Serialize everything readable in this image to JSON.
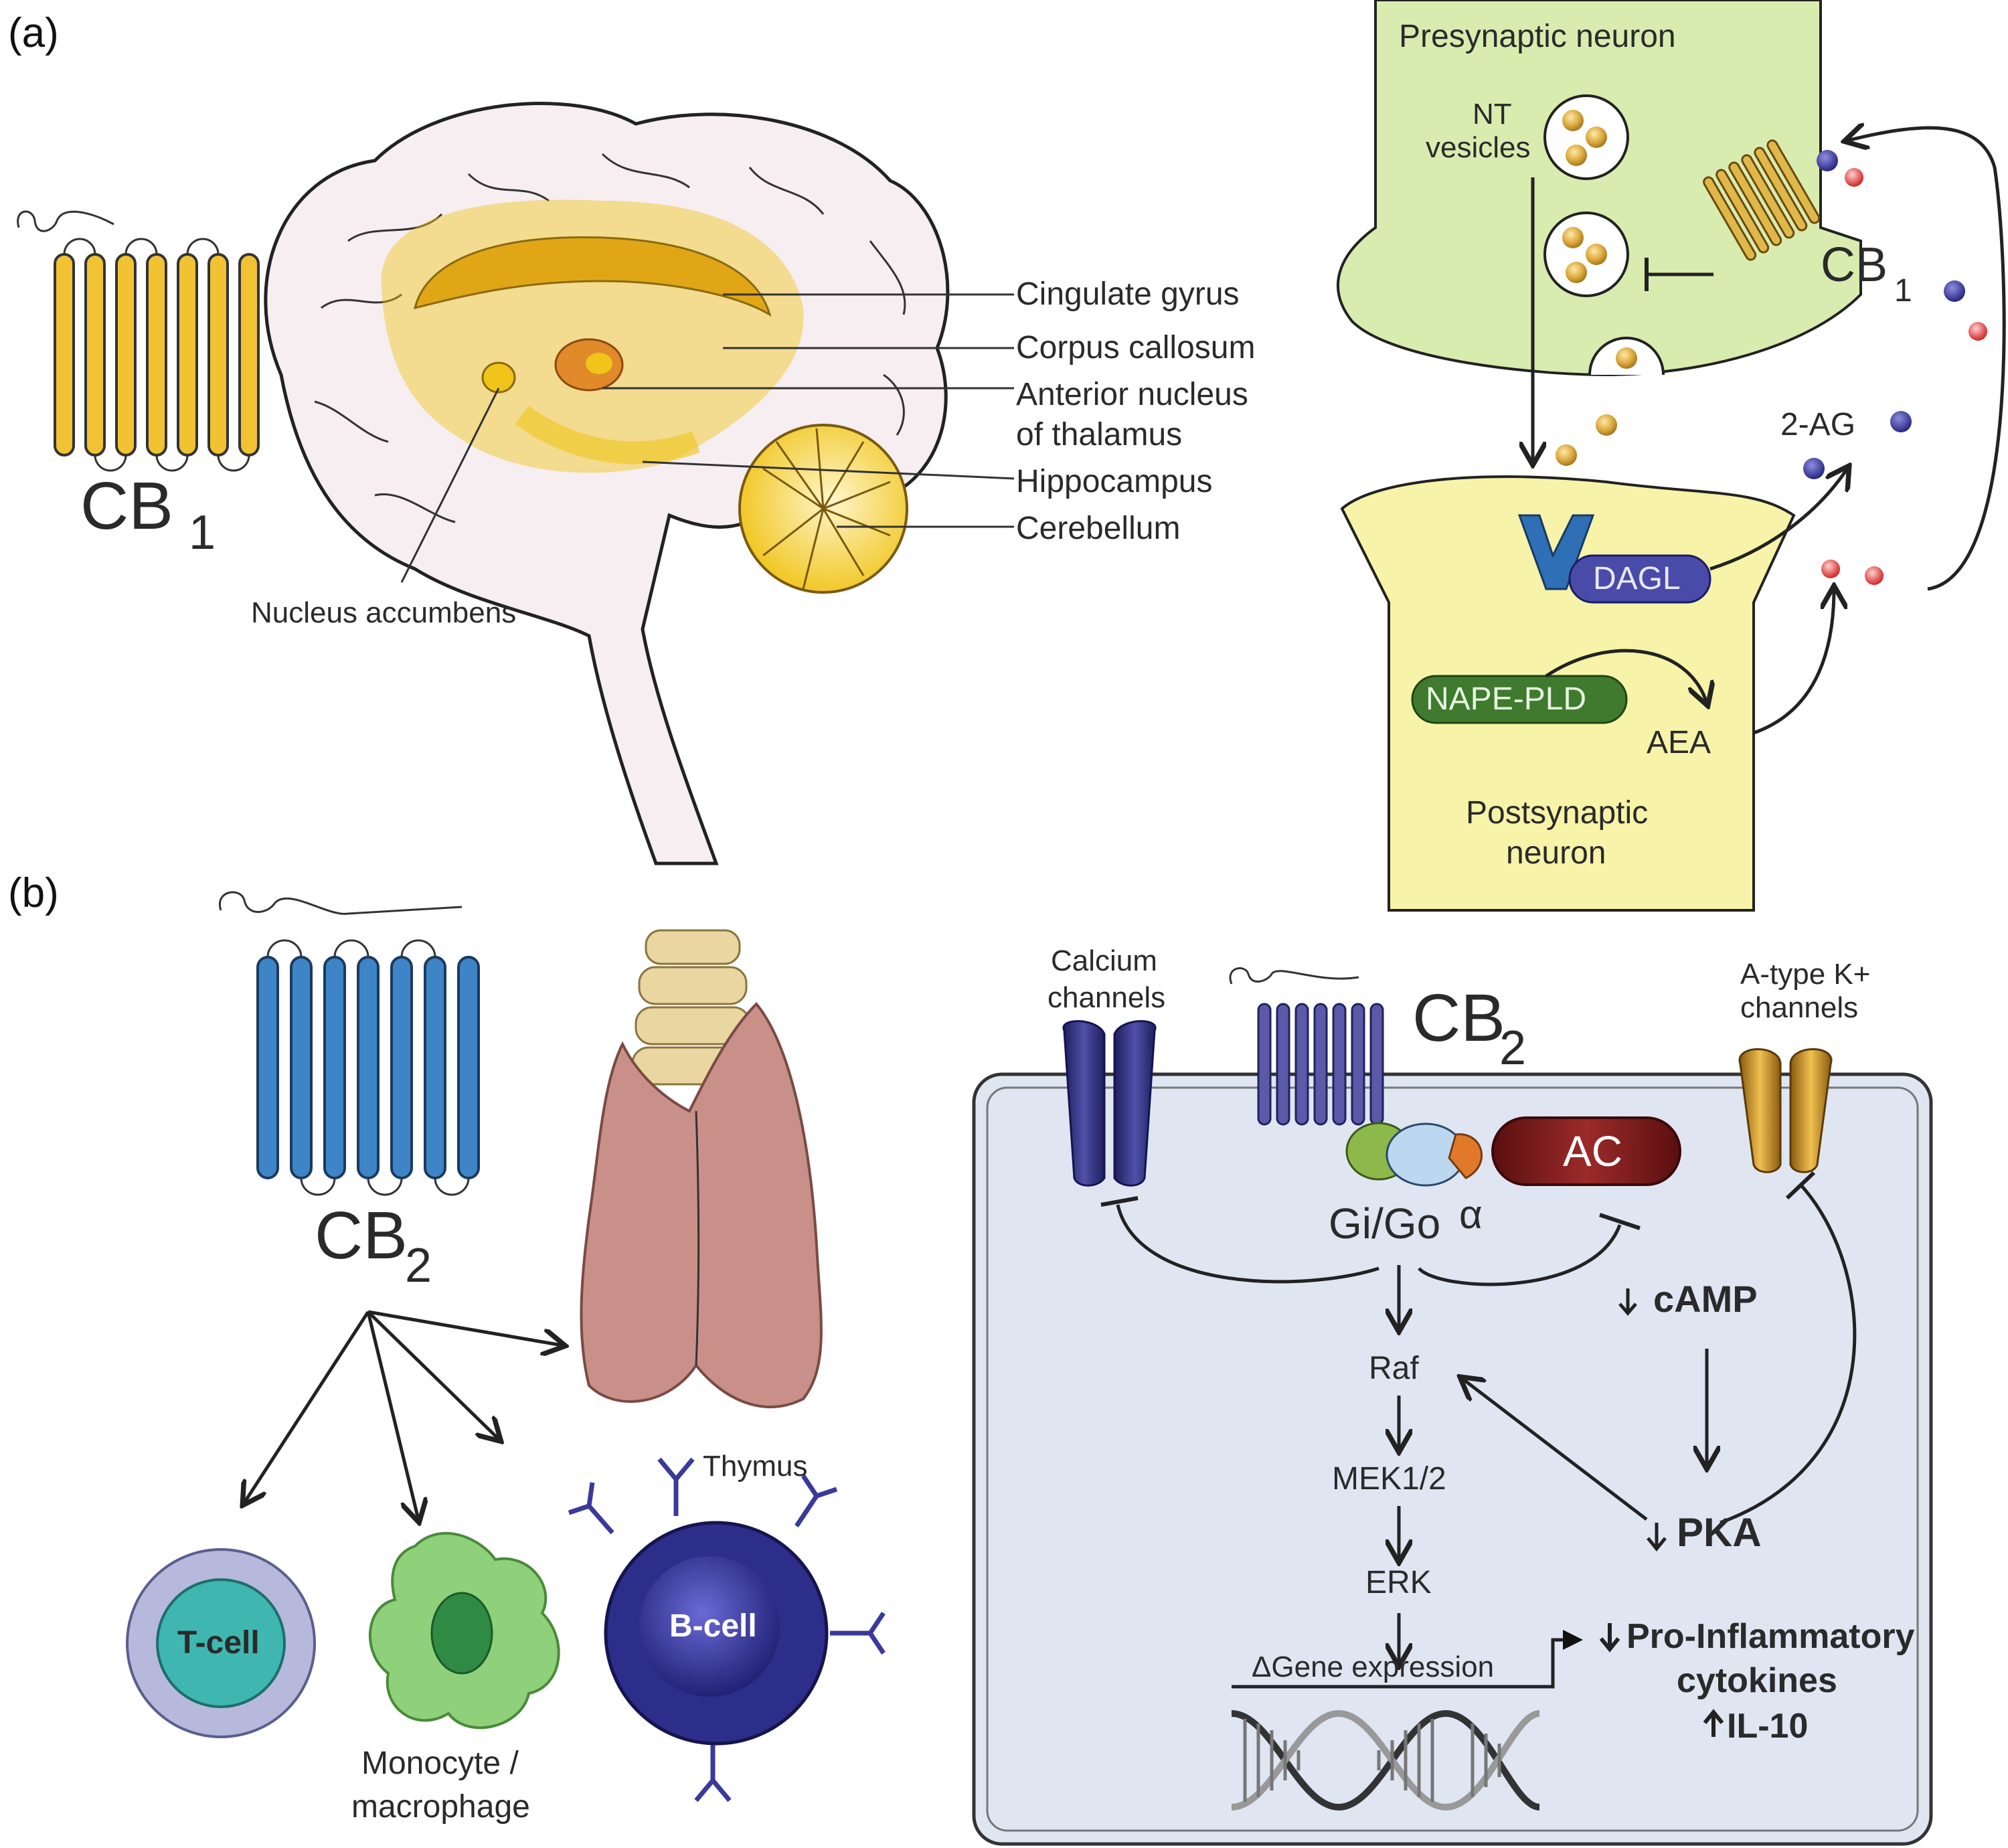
{
  "panel_a": {
    "letter": "(a)",
    "receptor_label": "CB",
    "receptor_sub": "1",
    "brain_labels": [
      "Cingulate gyrus",
      "Corpus callosum",
      "Anterior nucleus",
      "of thalamus",
      "Hippocampus",
      "Cerebellum"
    ],
    "nucleus_label": "Nucleus accumbens",
    "synapse": {
      "presynaptic": "Presynaptic neuron",
      "nt_line1": "NT",
      "nt_line2": "vesicles",
      "cb1": "CB",
      "cb1_sub": "1",
      "two_ag": "2-AG",
      "dagl": "DAGL",
      "nape": "NAPE-PLD",
      "aea": "AEA",
      "post_line1": "Postsynaptic",
      "post_line2": "neuron"
    }
  },
  "panel_b": {
    "letter": "(b)",
    "receptor_label": "CB",
    "receptor_sub": "2",
    "thymus": "Thymus",
    "tcell": "T-cell",
    "bcell": "B-cell",
    "mono_line1": "Monocyte /",
    "mono_line2": "macrophage",
    "pathway": {
      "calcium_line1": "Calcium",
      "calcium_line2": "channels",
      "cb2": "CB",
      "cb2_sub": "2",
      "ktype_line1": "A-type K+",
      "ktype_line2": "channels",
      "ac": "AC",
      "gi": "Gi/Go",
      "alpha": "α",
      "camp": "cAMP",
      "raf": "Raf",
      "mek": "MEK1/2",
      "erk": "ERK",
      "pka": "PKA",
      "gene": "ΔGene expression",
      "cyt_line1": "Pro-Inflammatory",
      "cyt_line2": "cytokines",
      "il10": "IL-10"
    }
  },
  "colors": {
    "cb1_receptor": "#f1c232",
    "cb2_receptor": "#3d85c6",
    "brain_fill": "#f6eef0",
    "limbic": "#f0c419",
    "presynaptic": "#d9ecb0",
    "postsynaptic": "#f7f3a8",
    "cell_bg": "#dfe6f2",
    "thymus": "#c9908a",
    "ac": "#7a1b1b"
  }
}
